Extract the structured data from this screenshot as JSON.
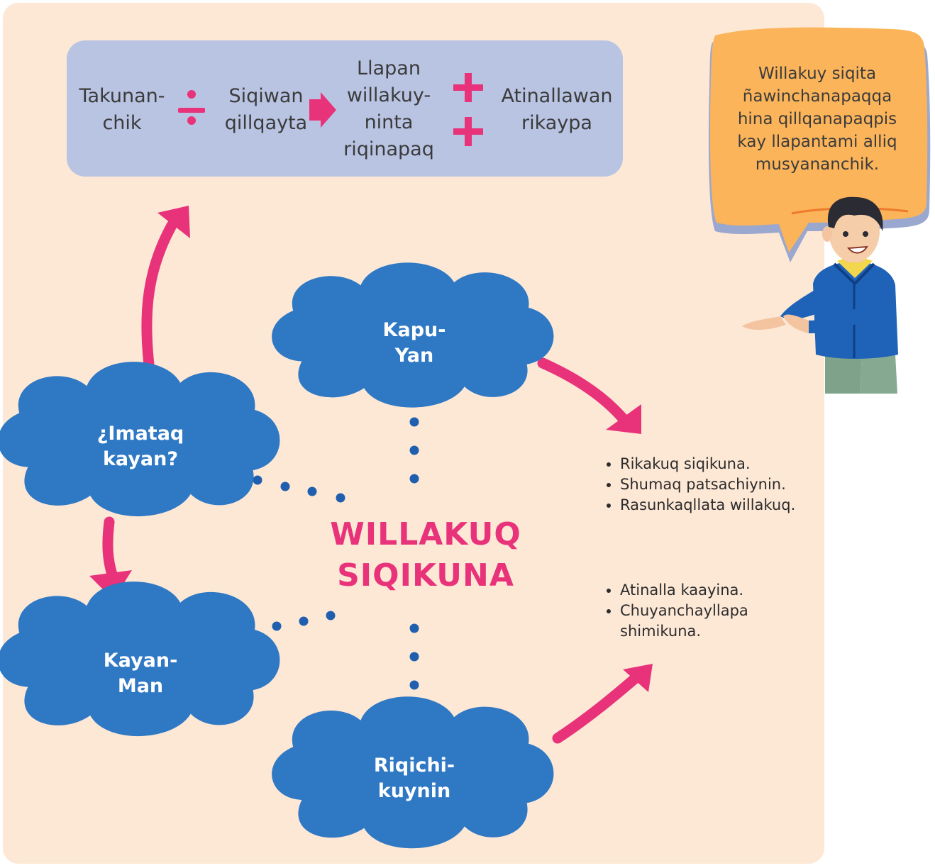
{
  "formula": {
    "term1": "Takunan-\nchik",
    "operator1": "÷",
    "term2": "Siqiwan\nqillqayta",
    "term3": "Llapan\nwillakuy-\nninta\nriqinapaq",
    "operator2": "+",
    "term4": "Atinallawan\nrikaypa"
  },
  "speech_bubble": {
    "text": "Willakuy siqita\nñawinchanapaqqa\nhina qillqanapaqpis\nkay llapantami alliq\nmusyananchik."
  },
  "clouds": {
    "kapuyan": "Kapu-\nYan",
    "imataq": "¿Imataq\nkayan?",
    "kayanman": "Kayan-\nMan",
    "riqichikuynin": "Riqichi-\nkuynin"
  },
  "center_title": "WILLAKUQ\nSIQIKUNA",
  "bullets_top": [
    "Rikakuq siqikuna.",
    "Shumaq patsachiynin.",
    "Rasunkaqllata willakuq."
  ],
  "bullets_bottom": [
    "Atinalla kaayina.",
    "Chuyanchayllapa\nshimikuna."
  ],
  "colors": {
    "panel": "#fde8d6",
    "formula_box": "#b9c4e3",
    "cloud": "#2f78c4",
    "accent_pink": "#e8327a",
    "bubble": "#fbb45a",
    "dots": "#1f5fae"
  }
}
